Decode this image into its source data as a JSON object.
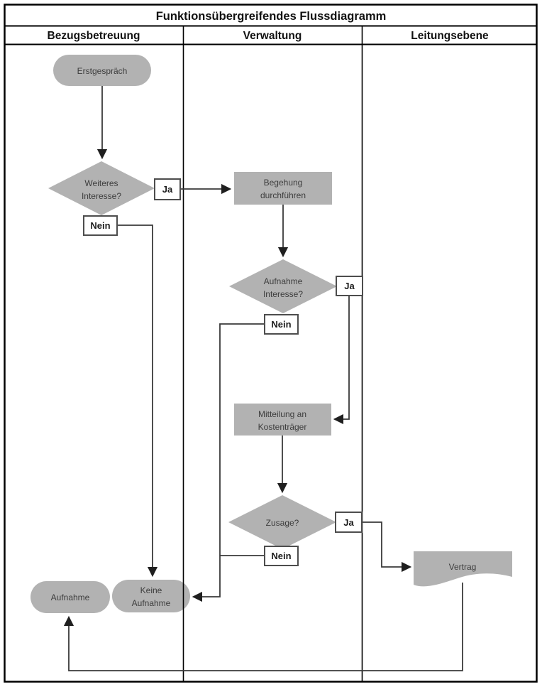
{
  "title": "Funktionsübergreifendes Flussdiagramm",
  "lanes": [
    {
      "label": "Bezugsbetreuung"
    },
    {
      "label": "Verwaltung"
    },
    {
      "label": "Leitungsebene"
    }
  ],
  "nodes": {
    "erstgespraech": {
      "type": "terminator",
      "lane": "Bezugsbetreuung",
      "label": "Erstgespräch"
    },
    "weiteres_interesse": {
      "type": "decision",
      "lane": "Bezugsbetreuung",
      "line1": "Weiteres",
      "line2": "Interesse?"
    },
    "begehung": {
      "type": "process",
      "lane": "Verwaltung",
      "line1": "Begehung",
      "line2": "durchführen"
    },
    "aufnahme_interesse": {
      "type": "decision",
      "lane": "Verwaltung",
      "line1": "Aufnahme",
      "line2": "Interesse?"
    },
    "mitteilung_kostentraeger": {
      "type": "process",
      "lane": "Verwaltung",
      "line1": "Mitteilung an",
      "line2": "Kostenträger"
    },
    "zusage": {
      "type": "decision",
      "lane": "Verwaltung",
      "label": "Zusage?"
    },
    "vertrag": {
      "type": "document",
      "lane": "Leitungsebene",
      "label": "Vertrag"
    },
    "aufnahme": {
      "type": "terminator",
      "lane": "Bezugsbetreuung",
      "label": "Aufnahme"
    },
    "keine_aufnahme": {
      "type": "terminator",
      "lane": "Bezugsbetreuung",
      "line1": "Keine",
      "line2": "Aufnahme"
    }
  },
  "branch_labels": {
    "yes": "Ja",
    "no": "Nein"
  },
  "edges": [
    {
      "from": "erstgespraech",
      "to": "weiteres_interesse",
      "label": ""
    },
    {
      "from": "weiteres_interesse",
      "to": "begehung",
      "label": "Ja"
    },
    {
      "from": "weiteres_interesse",
      "to": "keine_aufnahme",
      "label": "Nein"
    },
    {
      "from": "begehung",
      "to": "aufnahme_interesse",
      "label": ""
    },
    {
      "from": "aufnahme_interesse",
      "to": "mitteilung_kostentraeger",
      "label": "Ja"
    },
    {
      "from": "aufnahme_interesse",
      "to": "keine_aufnahme",
      "label": "Nein"
    },
    {
      "from": "mitteilung_kostentraeger",
      "to": "zusage",
      "label": ""
    },
    {
      "from": "zusage",
      "to": "vertrag",
      "label": "Ja"
    },
    {
      "from": "zusage",
      "to": "keine_aufnahme",
      "label": "Nein"
    },
    {
      "from": "vertrag",
      "to": "aufnahme",
      "label": ""
    }
  ],
  "colors": {
    "shape_fill": "#b2b2b2",
    "shape_text": "#3d3d3d",
    "connector": "#3a3a3a",
    "frame_border": "#000000",
    "branch_box_border": "#4d4d4d",
    "background": "#ffffff"
  }
}
